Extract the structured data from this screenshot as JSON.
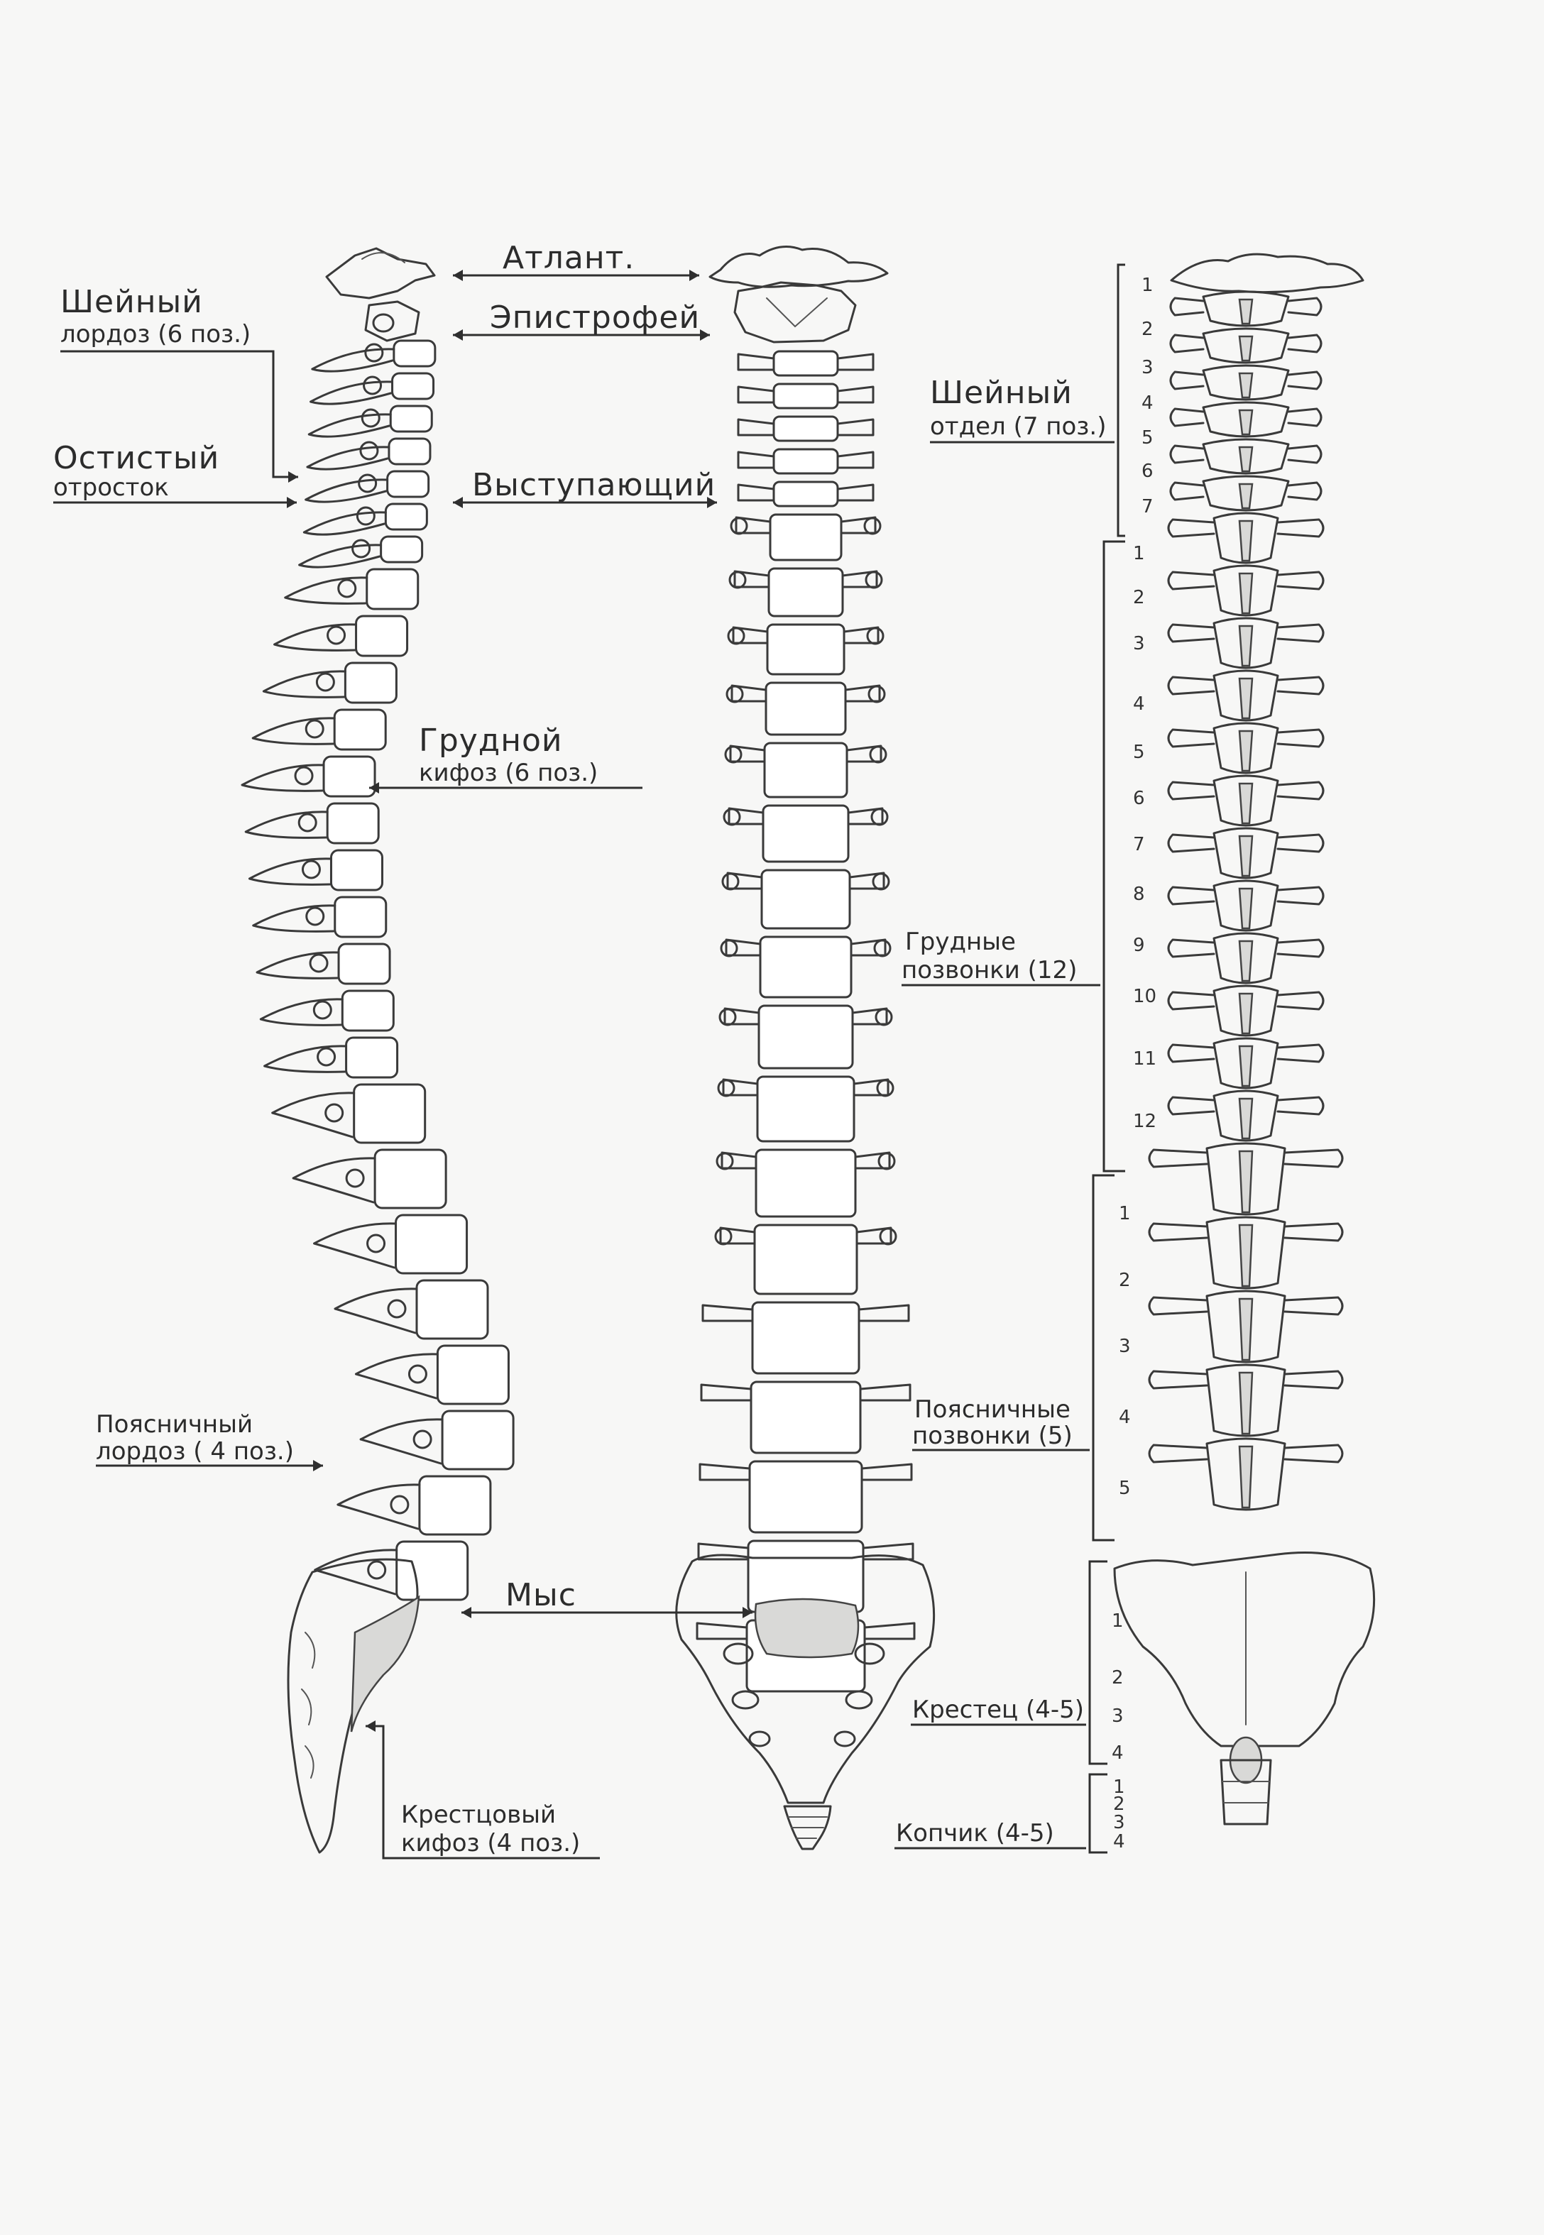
{
  "labels": {
    "cervical_lordosis_line1": "Шейный",
    "cervical_lordosis_line2": "лордоз (6 поз.)",
    "spinous_process_line1": "Остистый",
    "spinous_process_line2": "отросток",
    "atlas": "Атлант.",
    "axis": "Эпистрофей",
    "prominens": "Выступающий",
    "thoracic_kyphosis_line1": "Грудной",
    "thoracic_kyphosis_line2": "кифоз (6 поз.)",
    "lumbar_lordosis_line1": "Поясничный",
    "lumbar_lordosis_line2": "лордоз ( 4 поз.)",
    "promontory": "Мыс",
    "sacral_kyphosis_line1": "Крестцовый",
    "sacral_kyphosis_line2": "кифоз (4 поз.)",
    "cervical_section_line1": "Шейный",
    "cervical_section_line2": "отдел (7 поз.)",
    "thoracic_vertebrae_line1": "Грудные",
    "thoracic_vertebrae_line2": "позвонки (12)",
    "lumbar_vertebrae_line1": "Поясничные",
    "lumbar_vertebrae_line2": "позвонки (5)",
    "sacrum": "Крестец (4-5)",
    "coccyx": "Копчик (4-5)"
  },
  "numbering": {
    "cervical": [
      "1",
      "2",
      "3",
      "4",
      "5",
      "6",
      "7"
    ],
    "thoracic": [
      "1",
      "2",
      "3",
      "4",
      "5",
      "6",
      "7",
      "8",
      "9",
      "10",
      "11",
      "12"
    ],
    "lumbar": [
      "1",
      "2",
      "3",
      "4",
      "5"
    ],
    "sacral": [
      "1",
      "2",
      "3",
      "4"
    ],
    "coccygeal": [
      "1",
      "2",
      "3",
      "4"
    ]
  }
}
